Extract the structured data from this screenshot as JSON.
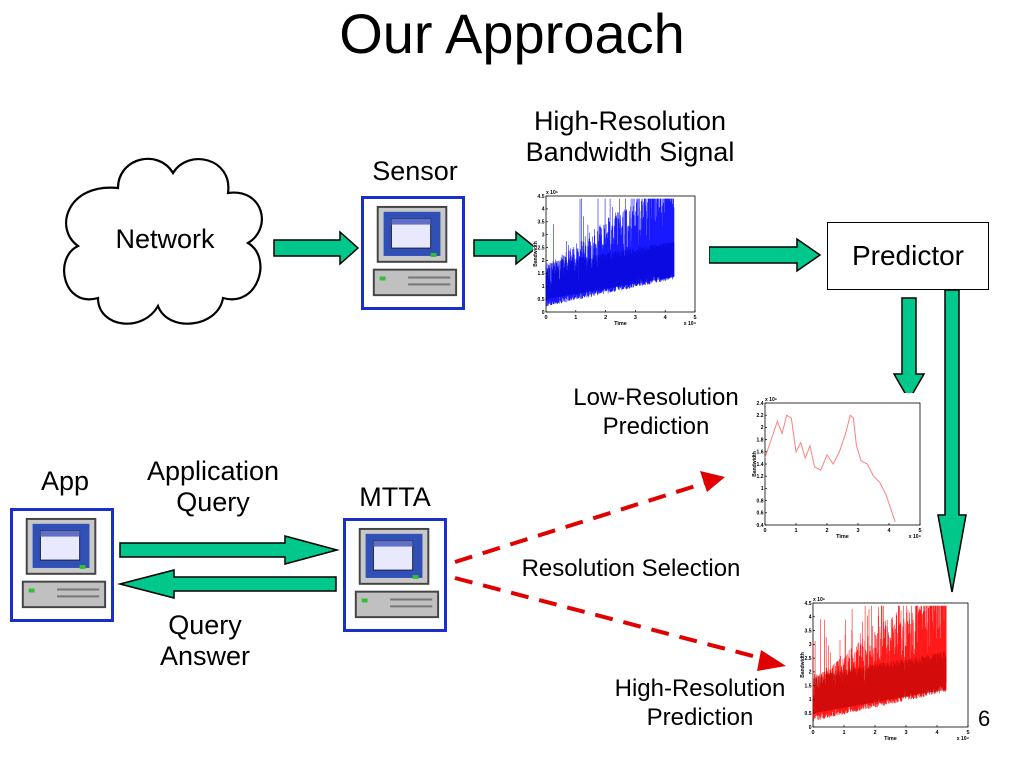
{
  "slide": {
    "title": "Our Approach",
    "page_number": "6"
  },
  "labels": {
    "network": "Network",
    "sensor": "Sensor",
    "high_res_signal": [
      "High-Resolution",
      "Bandwidth Signal"
    ],
    "predictor": "Predictor",
    "low_res_prediction": [
      "Low-Resolution",
      "Prediction"
    ],
    "app": "App",
    "application_query": [
      "Application",
      "Query"
    ],
    "mtta": "MTTA",
    "query_answer": [
      "Query",
      "Answer"
    ],
    "resolution_selection": "Resolution Selection",
    "high_res_prediction": [
      "High-Resolution",
      "Prediction"
    ]
  },
  "colors": {
    "arrow_fill": "#00c88c",
    "arrow_stroke": "#000000",
    "dashed_arrow": "#e00000",
    "computer_border": "#1a2fc9",
    "signal_blue": "#0000ff",
    "signal_red": "#ff0000",
    "low_res_line": "#ff8080"
  },
  "chart_data": [
    {
      "type": "line",
      "name": "high-resolution-bandwidth-signal",
      "xlabel": "Time",
      "ylabel": "Bandwidth",
      "xticks": [
        "0",
        "1",
        "2",
        "3",
        "4",
        "5"
      ],
      "yticks": [
        "0",
        "0.5",
        "1",
        "1.5",
        "2",
        "2.5",
        "3",
        "3.5",
        "4",
        "4.5"
      ],
      "x_multiplier": "x 10⁴",
      "y_multiplier": "x 10⁶",
      "xlim": [
        0,
        5
      ],
      "ylim": [
        0,
        4.5
      ],
      "color": "#0000ff"
    },
    {
      "type": "line",
      "name": "low-resolution-prediction",
      "xlabel": "Time",
      "ylabel": "Bandwidth",
      "xticks": [
        "0",
        "1",
        "2",
        "3",
        "4",
        "5"
      ],
      "yticks": [
        "0.4",
        "0.6",
        "0.8",
        "1",
        "1.2",
        "1.4",
        "1.6",
        "1.8",
        "2",
        "2.2",
        "2.4"
      ],
      "x_multiplier": "x 10⁴",
      "y_multiplier": "x 10⁶",
      "xlim": [
        0,
        5
      ],
      "ylim": [
        0.4,
        2.4
      ],
      "x": [
        0,
        0.2,
        0.4,
        0.55,
        0.7,
        0.85,
        1.0,
        1.15,
        1.3,
        1.45,
        1.6,
        1.8,
        2.0,
        2.2,
        2.4,
        2.6,
        2.75,
        2.85,
        2.95,
        3.1,
        3.3,
        3.5,
        3.7,
        3.9,
        4.1,
        4.2
      ],
      "y": [
        1.5,
        1.8,
        2.1,
        1.9,
        2.2,
        2.15,
        1.6,
        1.75,
        1.5,
        1.7,
        1.35,
        1.3,
        1.55,
        1.4,
        1.6,
        1.9,
        2.2,
        2.15,
        1.7,
        1.45,
        1.4,
        1.2,
        1.1,
        0.9,
        0.6,
        0.45
      ],
      "color": "#ff8080"
    },
    {
      "type": "line",
      "name": "high-resolution-prediction",
      "xlabel": "Time",
      "ylabel": "Bandwidth",
      "xticks": [
        "0",
        "1",
        "2",
        "3",
        "4",
        "5"
      ],
      "yticks": [
        "0",
        "0.5",
        "1",
        "1.5",
        "2",
        "2.5",
        "3",
        "3.5",
        "4",
        "4.5"
      ],
      "x_multiplier": "x 10⁴",
      "y_multiplier": "x 10⁶",
      "xlim": [
        0,
        5
      ],
      "ylim": [
        0,
        4.5
      ],
      "color": "#ff0000"
    }
  ]
}
